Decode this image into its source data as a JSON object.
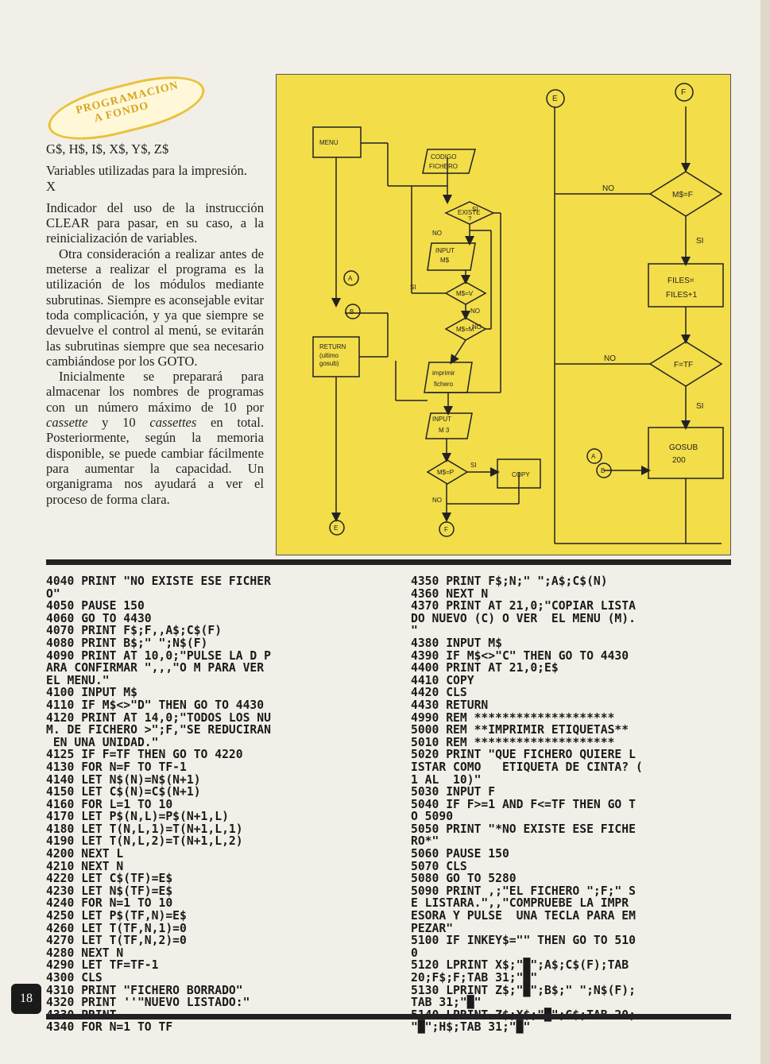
{
  "badge": {
    "line1": "PROGRAMACION",
    "line2": "A FONDO"
  },
  "left_text": {
    "heading": "G$, H$, I$, X$, Y$, Z$",
    "p1": "Variables utilizadas para la impresión.",
    "p2": "X",
    "p3": "Indicador del uso de la instrucción CLEAR para pasar, en su caso, a la reinicialización de variables.",
    "p4": "Otra consideración a realizar antes de meterse a realizar el programa es la utilización de los módulos mediante subrutinas. Siempre es aconsejable evitar toda complicación, y ya que siempre se devuelve el control al menú, se evitarán las subrutinas siempre que sea necesario cambiándose por los GOTO.",
    "p5a": "Inicialmente se preparará para almacenar los nombres de programas con un número máximo de 10 por ",
    "p5b": "cassette",
    "p5c": " y 10 ",
    "p5d": "cassettes",
    "p5e": " en total. Posteriormente, según la memoria disponible, se puede cambiar fácilmente para aumentar la capacidad. Un organigrama nos ayudará a ver el proceso de forma clara."
  },
  "flowchart": {
    "menu": "MENU",
    "codigo1": "CODIGO",
    "codigo2": "FICHERO",
    "existe1": "EXISTE",
    "existe2": "?",
    "si": "SI",
    "no": "NO",
    "input1": "INPUT",
    "input2": "M$",
    "msv": "M$=V",
    "msm": "M$=M",
    "imprimir1": "imprimir",
    "imprimir2": "fichero",
    "input3": "INPUT",
    "input4": "M 3",
    "msp": "M$=P",
    "copy": "COPY",
    "return1": "RETURN",
    "return2": "(ultimo",
    "return3": "gosub)",
    "a": "A",
    "b": "B",
    "e": "E",
    "f": "F",
    "msf": "M$=F",
    "files1": "FILES=",
    "files2": "FILES+1",
    "ftf": "F=TF",
    "gosub1": "GOSUB",
    "gosub2": "200"
  },
  "code_left": [
    "4040 PRINT \"NO EXISTE ESE FICHER",
    "O\"",
    "4050 PAUSE 150",
    "4060 GO TO 4430",
    "4070 PRINT F$;F,,A$;C$(F)",
    "4080 PRINT B$;\" \";N$(F)",
    "4090 PRINT AT 10,0;\"PULSE LA D P",
    "ARA CONFIRMAR \",,,\"O M PARA VER",
    "EL MENU.\"",
    "4100 INPUT M$",
    "4110 IF M$<>\"D\" THEN GO TO 4430",
    "4120 PRINT AT 14,0;\"TODOS LOS NU",
    "M. DE FICHERO >\";F,\"SE REDUCIRAN",
    " EN UNA UNIDAD.\"",
    "4125 IF F=TF THEN GO TO 4220",
    "4130 FOR N=F TO TF-1",
    "4140 LET N$(N)=N$(N+1)",
    "4150 LET C$(N)=C$(N+1)",
    "4160 FOR L=1 TO 10",
    "4170 LET P$(N,L)=P$(N+1,L)",
    "4180 LET T(N,L,1)=T(N+1,L,1)",
    "4190 LET T(N,L,2)=T(N+1,L,2)",
    "4200 NEXT L",
    "4210 NEXT N",
    "4220 LET C$(TF)=E$",
    "4230 LET N$(TF)=E$",
    "4240 FOR N=1 TO 10",
    "4250 LET P$(TF,N)=E$",
    "4260 LET T(TF,N,1)=0",
    "4270 LET T(TF,N,2)=0",
    "4280 NEXT N",
    "4290 LET TF=TF-1",
    "4300 CLS",
    "4310 PRINT \"FICHERO BORRADO\"",
    "4320 PRINT ''\"NUEVO LISTADO:\"",
    "4330 PRINT",
    "4340 FOR N=1 TO TF"
  ],
  "code_right": [
    "4350 PRINT F$;N;\" \";A$;C$(N)",
    "4360 NEXT N",
    "4370 PRINT AT 21,0;\"COPIAR LISTA",
    "DO NUEVO (C) O VER  EL MENU (M).",
    "\"",
    "4380 INPUT M$",
    "4390 IF M$<>\"C\" THEN GO TO 4430",
    "4400 PRINT AT 21,0;E$",
    "4410 COPY",
    "4420 CLS",
    "4430 RETURN",
    "4990 REM ********************",
    "5000 REM **IMPRIMIR ETIQUETAS**",
    "5010 REM ********************",
    "5020 PRINT \"QUE FICHERO QUIERE L",
    "ISTAR COMO   ETIQUETA DE CINTA? (",
    "1 AL  10)\"",
    "5030 INPUT F",
    "5040 IF F>=1 AND F<=TF THEN GO T",
    "O 5090",
    "5050 PRINT \"*NO EXISTE ESE FICHE",
    "RO*\"",
    "5060 PAUSE 150",
    "5070 CLS",
    "5080 GO TO 5280",
    "5090 PRINT ,;\"EL FICHERO \";F;\" S",
    "E LISTARA.\",,\"COMPRUEBE LA IMPR",
    "ESORA Y PULSE  UNA TECLA PARA EM",
    "PEZAR\"",
    "5100 IF INKEY$=\"\" THEN GO TO 510",
    "0",
    "5120 LPRINT X$;\"█\";A$;C$(F);TAB",
    "20;F$;F;TAB 31;\"█\"",
    "5130 LPRINT Z$;\"█\";B$;\" \";N$(F);",
    "TAB 31;\"█\"",
    "5140 LPRINT Z$;X$;\"█\";G$;TAB 20;",
    "\"█\";H$;TAB 31;\"█\""
  ],
  "page_number": "18"
}
